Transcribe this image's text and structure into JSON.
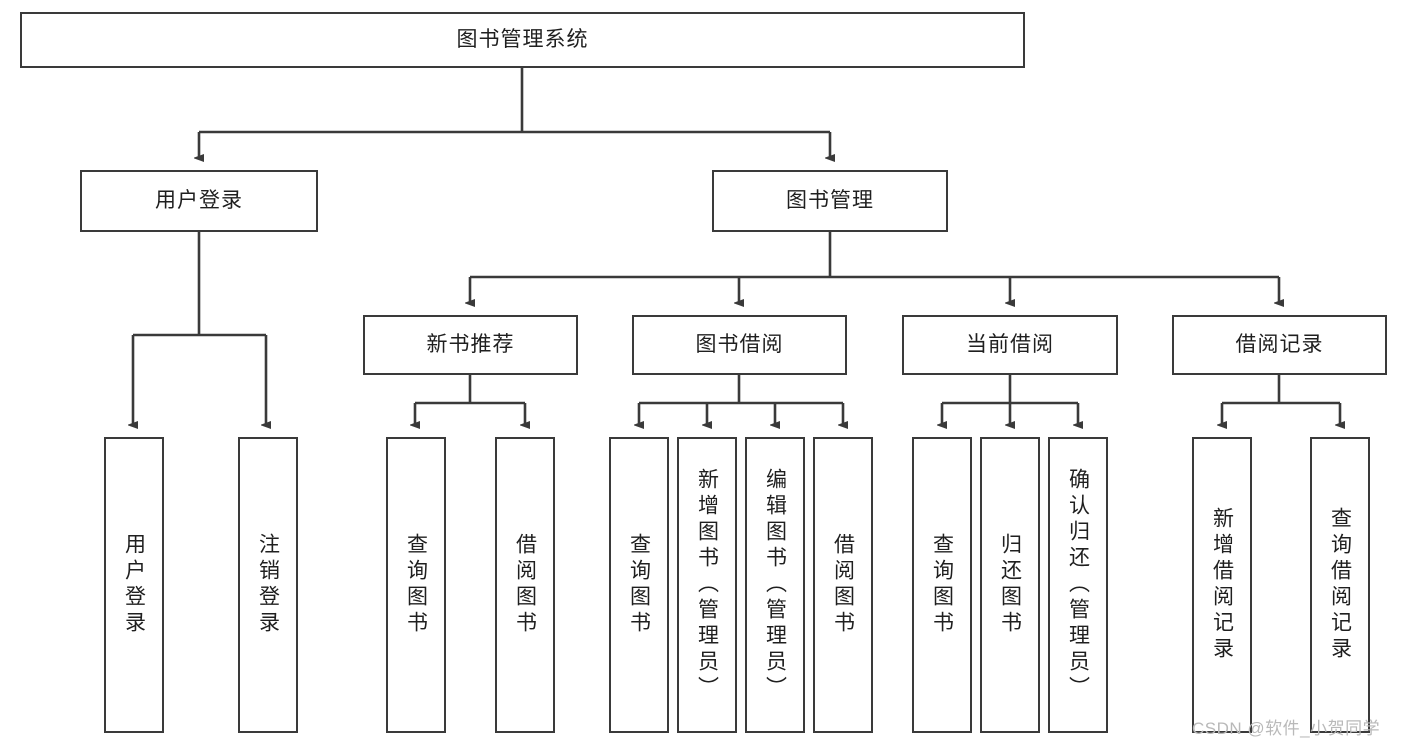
{
  "diagram": {
    "title": "图书管理系统",
    "type": "tree-hierarchy",
    "root": {
      "label": "图书管理系统"
    },
    "level2": [
      {
        "label": "用户登录"
      },
      {
        "label": "图书管理"
      }
    ],
    "level3": [
      {
        "label": "新书推荐"
      },
      {
        "label": "图书借阅"
      },
      {
        "label": "当前借阅"
      },
      {
        "label": "借阅记录"
      }
    ],
    "leaves": {
      "user_login": [
        {
          "label": "用户登录"
        },
        {
          "label": "注销登录"
        }
      ],
      "new_book": [
        {
          "label": "查询图书"
        },
        {
          "label": "借阅图书"
        }
      ],
      "book_borrow": [
        {
          "label": "查询图书"
        },
        {
          "label": "新增图书（管理员）"
        },
        {
          "label": "编辑图书（管理员）"
        },
        {
          "label": "借阅图书"
        }
      ],
      "current_borrow": [
        {
          "label": "查询图书"
        },
        {
          "label": "归还图书"
        },
        {
          "label": "确认归还（管理员）"
        }
      ],
      "borrow_record": [
        {
          "label": "新增借阅记录"
        },
        {
          "label": "查询借阅记录"
        }
      ]
    }
  },
  "watermark": {
    "text": "CSDN @软件_小贺同学"
  },
  "colors": {
    "stroke": "#3a3a3a",
    "text": "#1f1f1f",
    "background": "#ffffff",
    "watermark": "#b9b9b9"
  }
}
